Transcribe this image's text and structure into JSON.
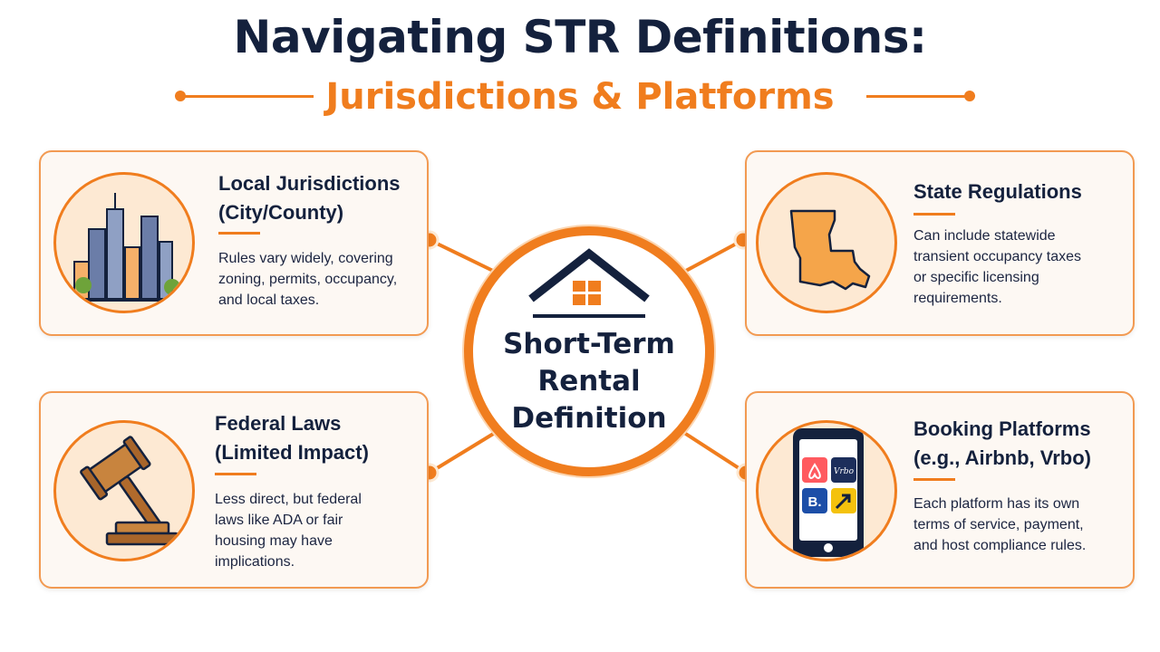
{
  "header": {
    "title": "Navigating STR Definitions:",
    "subtitle": "Jurisdictions & Platforms"
  },
  "center": {
    "line1": "Short-Term",
    "line2": "Rental",
    "line3": "Definition"
  },
  "cards": {
    "local": {
      "title_line1": "Local Jurisdictions",
      "title_line2": "(City/County)",
      "body": [
        "Rules vary widely, covering",
        "zoning, permits, occupancy,",
        "and local taxes."
      ],
      "icon": "city-skyline-icon"
    },
    "state": {
      "title_line1": "State Regulations",
      "body": [
        "Can include statewide",
        "transient occupancy taxes",
        "or specific licensing",
        "requirements."
      ],
      "icon": "state-map-icon"
    },
    "federal": {
      "title_line1": "Federal Laws",
      "title_line2": "(Limited Impact)",
      "body": [
        "Less direct, but federal",
        "laws like ADA or fair",
        "housing may have",
        "implications."
      ],
      "icon": "gavel-icon"
    },
    "booking": {
      "title_line1": "Booking Platforms",
      "title_line2": "(e.g., Airbnb, Vrbo)",
      "body": [
        "Each platform has its own",
        "terms of service, payment,",
        "and host compliance rules."
      ],
      "icon": "smartphone-apps-icon",
      "app_labels": {
        "vrbo": "Vrbo",
        "booking": "B."
      }
    }
  },
  "colors": {
    "accent": "#f07d1e",
    "navy": "#14213d",
    "card_bg": "#fdf8f3",
    "icon_bg": "#fde9d3"
  }
}
